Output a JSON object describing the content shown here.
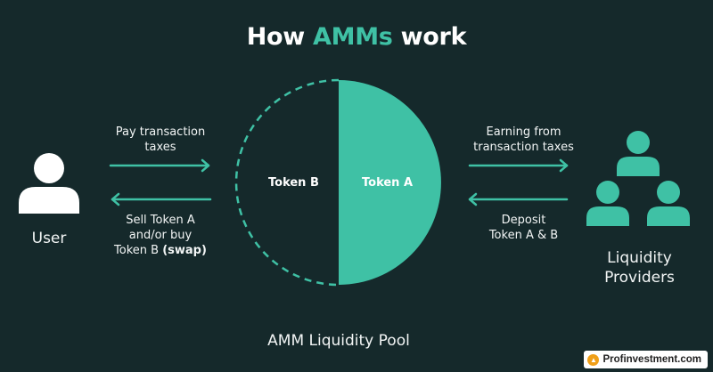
{
  "title": {
    "prefix": "How ",
    "accent": "AMMs",
    "suffix": " work"
  },
  "user": {
    "label": "User"
  },
  "providers": {
    "label_line1": "Liquidity",
    "label_line2": "Providers"
  },
  "pool": {
    "token_b": "Token B",
    "token_a": "Token A",
    "caption": "AMM Liquidity Pool"
  },
  "flows": {
    "user_to_pool": {
      "line1": "Pay transaction",
      "line2": "taxes"
    },
    "pool_to_user": {
      "line1": "Sell Token A",
      "line2": "and/or buy",
      "line3_regular": "Token B ",
      "line3_bold": "(swap)"
    },
    "pool_to_providers": {
      "line1": "Earning from",
      "line2": "transaction taxes"
    },
    "providers_to_pool": {
      "line1": "Deposit",
      "line2": "Token A & B"
    }
  },
  "watermark": {
    "text": "Profinvestment.com"
  },
  "colors": {
    "background": "#15292b",
    "accent": "#3fc1a5",
    "text": "#ffffff"
  },
  "icons": [
    "user-icon",
    "provider-icon",
    "arrow-right-icon",
    "arrow-left-icon"
  ]
}
